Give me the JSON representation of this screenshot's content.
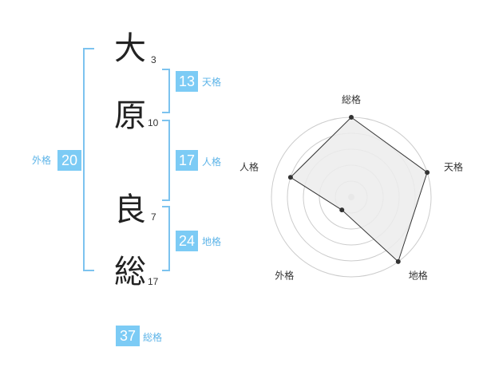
{
  "name": {
    "chars": [
      {
        "char": "大",
        "strokes": "3"
      },
      {
        "char": "原",
        "strokes": "10"
      },
      {
        "char": "良",
        "strokes": "7"
      },
      {
        "char": "総",
        "strokes": "17"
      }
    ]
  },
  "scores": {
    "tenkaku": {
      "value": "13",
      "label": "天格"
    },
    "jinkaku": {
      "value": "17",
      "label": "人格"
    },
    "chikaku": {
      "value": "24",
      "label": "地格"
    },
    "gaikaku": {
      "value": "20",
      "label": "外格"
    },
    "soukaku": {
      "value": "37",
      "label": "総格"
    }
  },
  "chart_data": {
    "type": "radar",
    "axes": [
      "総格",
      "天格",
      "地格",
      "外格",
      "人格"
    ],
    "values": [
      5,
      5,
      5,
      1,
      4
    ],
    "max": 5,
    "rings": 5,
    "colors": {
      "fill": "#ececec",
      "stroke": "#333333",
      "ring": "#cccccc",
      "center": "#cfcfcf"
    }
  }
}
